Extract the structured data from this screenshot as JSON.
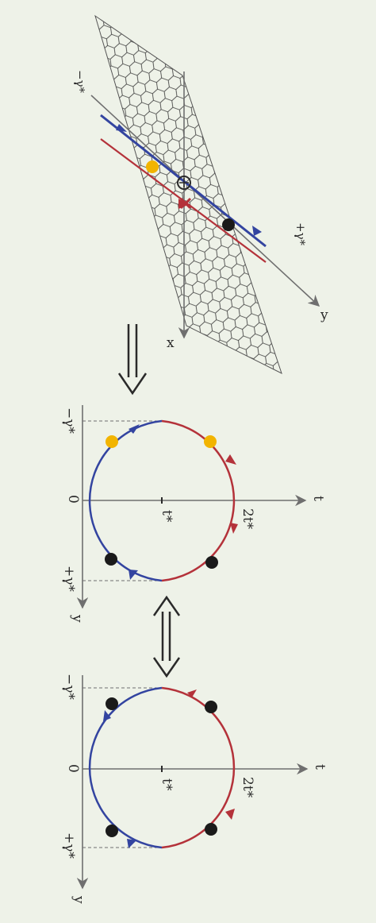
{
  "colors": {
    "paper": "#eef2e8",
    "pencil": "#6f6f6f",
    "ink": "#2a2a2a",
    "blue": "#3344a0",
    "red": "#b4323a",
    "yellow": "#f2b400",
    "black_dot": "#1a1a1a"
  },
  "panel_top": {
    "axis_x_label": "x",
    "axis_y_label": "y",
    "marker_minus": "−γ*",
    "marker_plus": "+γ*"
  },
  "panel_middle": {
    "origin": "0",
    "axis_t_label": "t",
    "axis_y_label": "y",
    "tick_t_star": "t*",
    "tick_2t_star": "2t*",
    "tick_minus_gamma": "−γ*",
    "tick_plus_gamma": "+γ*"
  },
  "panel_bottom": {
    "origin": "0",
    "axis_t_label": "t",
    "axis_y_label": "y",
    "tick_t_star": "t*",
    "tick_2t_star": "2t*",
    "tick_minus_gamma": "−γ*",
    "tick_plus_gamma": "+γ*"
  },
  "arrows": {
    "implies_icon": "double-arrow-down",
    "equivalent_icon": "double-arrow-updown"
  }
}
